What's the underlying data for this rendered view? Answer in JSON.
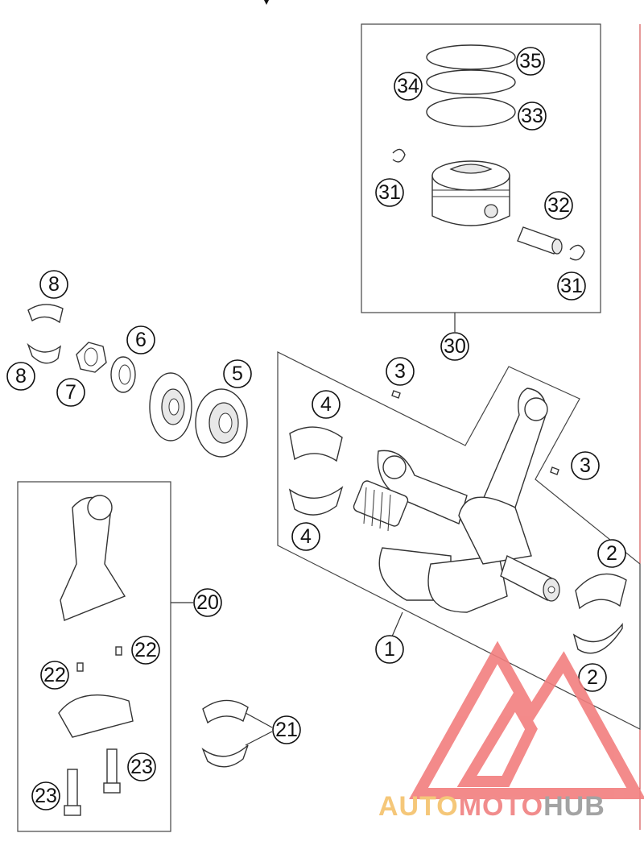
{
  "callouts": {
    "c1": "1",
    "c2a": "2",
    "c2b": "2",
    "c3a": "3",
    "c3b": "3",
    "c4a": "4",
    "c4b": "4",
    "c5": "5",
    "c6": "6",
    "c7": "7",
    "c8a": "8",
    "c8b": "8",
    "c20": "20",
    "c21": "21",
    "c22a": "22",
    "c22b": "22",
    "c23a": "23",
    "c23b": "23",
    "c30": "30",
    "c31a": "31",
    "c31b": "31",
    "c32": "32",
    "c33": "33",
    "c34": "34",
    "c35": "35"
  },
  "watermark": {
    "part1": "AUTO",
    "part2": "MOTO",
    "part3": "HUB",
    "color1": "#f5c26b",
    "color2": "#f08080",
    "color3": "#9a9a9a",
    "triangle_color": "#f27e7e"
  }
}
